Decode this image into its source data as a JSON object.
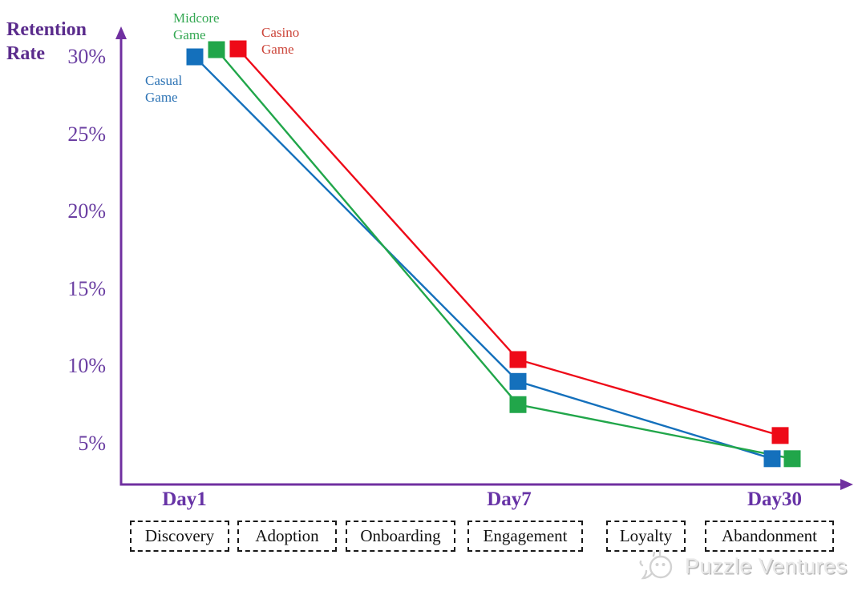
{
  "accent_purple": "#7030a0",
  "chart_data": {
    "type": "line",
    "title": "",
    "ylabel": "Retention Rate",
    "categories": [
      "Day1",
      "Day7",
      "Day30"
    ],
    "tick_labels": [
      "30%",
      "25%",
      "20%",
      "15%",
      "10%",
      "5%"
    ],
    "tick_values": [
      30,
      25,
      20,
      15,
      10,
      5
    ],
    "ylim": [
      0,
      32
    ],
    "grid": false,
    "legend_position": "inline-annotations",
    "series": [
      {
        "name": "Casual Game",
        "color": "#1470bc",
        "label_color": "#2e74b5",
        "values": [
          30,
          9,
          4
        ]
      },
      {
        "name": "Midcore Game",
        "color": "#21a64a",
        "label_color": "#35a853",
        "values": [
          30,
          7.5,
          4
        ]
      },
      {
        "name": "Casino Game",
        "color": "#ee0a18",
        "label_color": "#cc453a",
        "values": [
          30,
          10,
          5.5
        ]
      }
    ]
  },
  "stages": [
    "Discovery",
    "Adoption",
    "Onboarding",
    "Engagement",
    "Loyalty",
    "Abandonment"
  ],
  "watermark": {
    "text": "Puzzle Ventures"
  }
}
